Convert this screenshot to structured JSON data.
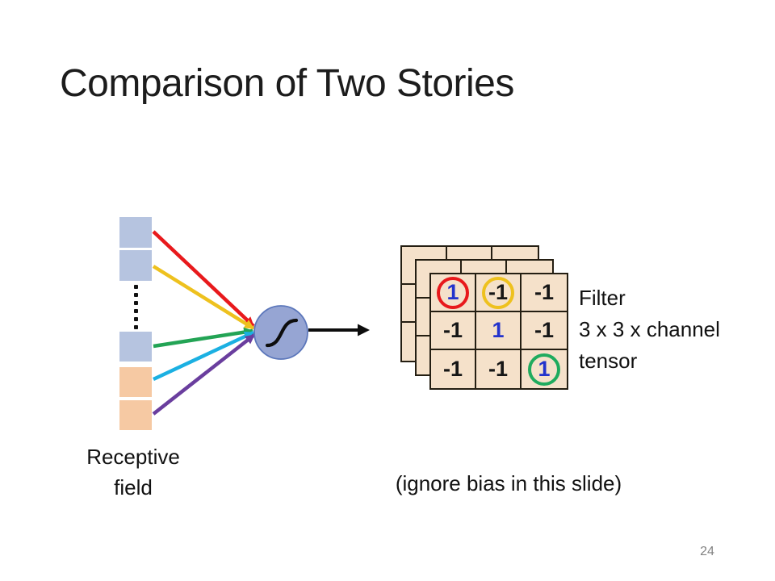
{
  "slide": {
    "title": "Comparison of Two Stories",
    "caption": "(ignore bias in this slide)",
    "page_number": "24"
  },
  "receptive_field": {
    "label_line1": "Receptive",
    "label_line2": "field",
    "squares": [
      "blue",
      "blue",
      "blue",
      "orange",
      "orange"
    ],
    "dots_count": 6
  },
  "neuron": {
    "symbol": "sigmoid-activation"
  },
  "connections": [
    {
      "name": "weight-1",
      "color_key": "line-red"
    },
    {
      "name": "weight-2",
      "color_key": "line-yellow"
    },
    {
      "name": "weight-3",
      "color_key": "line-green"
    },
    {
      "name": "weight-4",
      "color_key": "line-cyan"
    },
    {
      "name": "weight-5",
      "color_key": "line-purple"
    }
  ],
  "filter": {
    "label_line1": "Filter",
    "label_line2": "3 x 3 x channel",
    "label_line3": "tensor",
    "num_layers": 3,
    "matrix": [
      [
        "1",
        "-1",
        "-1"
      ],
      [
        "-1",
        "1",
        "-1"
      ],
      [
        "-1",
        "-1",
        "1"
      ]
    ],
    "highlights": [
      {
        "row": 0,
        "col": 0,
        "ring": "red"
      },
      {
        "row": 0,
        "col": 1,
        "ring": "yellow"
      },
      {
        "row": 2,
        "col": 2,
        "ring": "green"
      }
    ]
  },
  "colors": {
    "square-blue": "#b6c4e0",
    "square-orange": "#f6c9a3",
    "cell-bg": "#f5e1ca",
    "grid-border": "#241e12",
    "neuron-fill": "#96a5d3",
    "neuron-border": "#5c77bb",
    "line-red": "#e8191c",
    "line-yellow": "#eec11e",
    "line-green": "#23a455",
    "line-cyan": "#1bb0e2",
    "line-purple": "#6a3e9e",
    "value-pos": "#2433cc",
    "value-neg": "#161616",
    "ring-red": "#e8191c",
    "ring-yellow": "#eec11e",
    "ring-green": "#1fab5e",
    "page-number": "#828282"
  }
}
